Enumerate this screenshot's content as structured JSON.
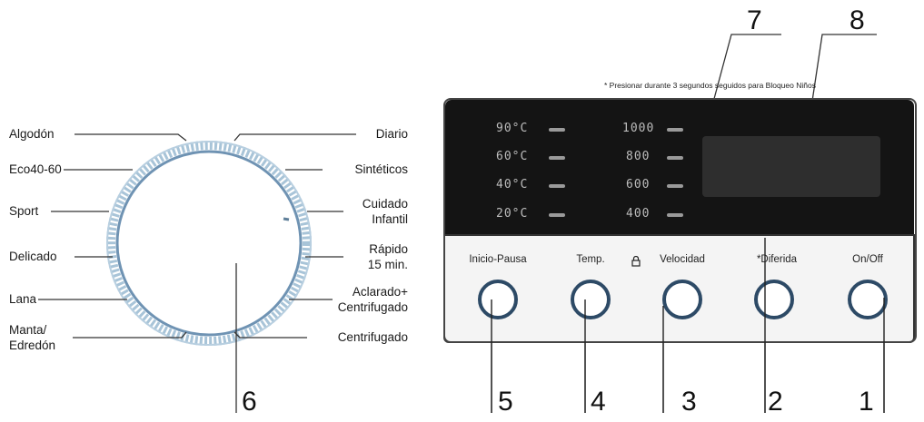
{
  "dial": {
    "programs_left": [
      "Algodón",
      "Eco40-60",
      "Sport",
      "Delicado",
      "Lana",
      "Manta/",
      "Edredón"
    ],
    "programs_right": [
      "Diario",
      "Sintéticos",
      "Cuidado",
      "Infantil",
      "Rápido",
      "15 min.",
      "Aclarado+",
      "Centrifugado",
      "Centrifugado"
    ]
  },
  "panel": {
    "note": "* Presionar durante 3 segundos seguidos para Bloqueo Niños",
    "temperatures": [
      "90°C",
      "60°C",
      "40°C",
      "20°C"
    ],
    "speeds": [
      "1000",
      "800",
      "600",
      "400"
    ],
    "buttons": [
      {
        "label": "Inicio-Pausa"
      },
      {
        "label": "Temp."
      },
      {
        "label": "Velocidad"
      },
      {
        "label": "*Diferida"
      },
      {
        "label": "On/Off"
      }
    ]
  },
  "callouts": [
    "1",
    "2",
    "3",
    "4",
    "5",
    "6",
    "7",
    "8"
  ],
  "colors": {
    "panel_dark": "#141414",
    "button_ring": "#2d4a66",
    "display": "#2e2e2e"
  }
}
